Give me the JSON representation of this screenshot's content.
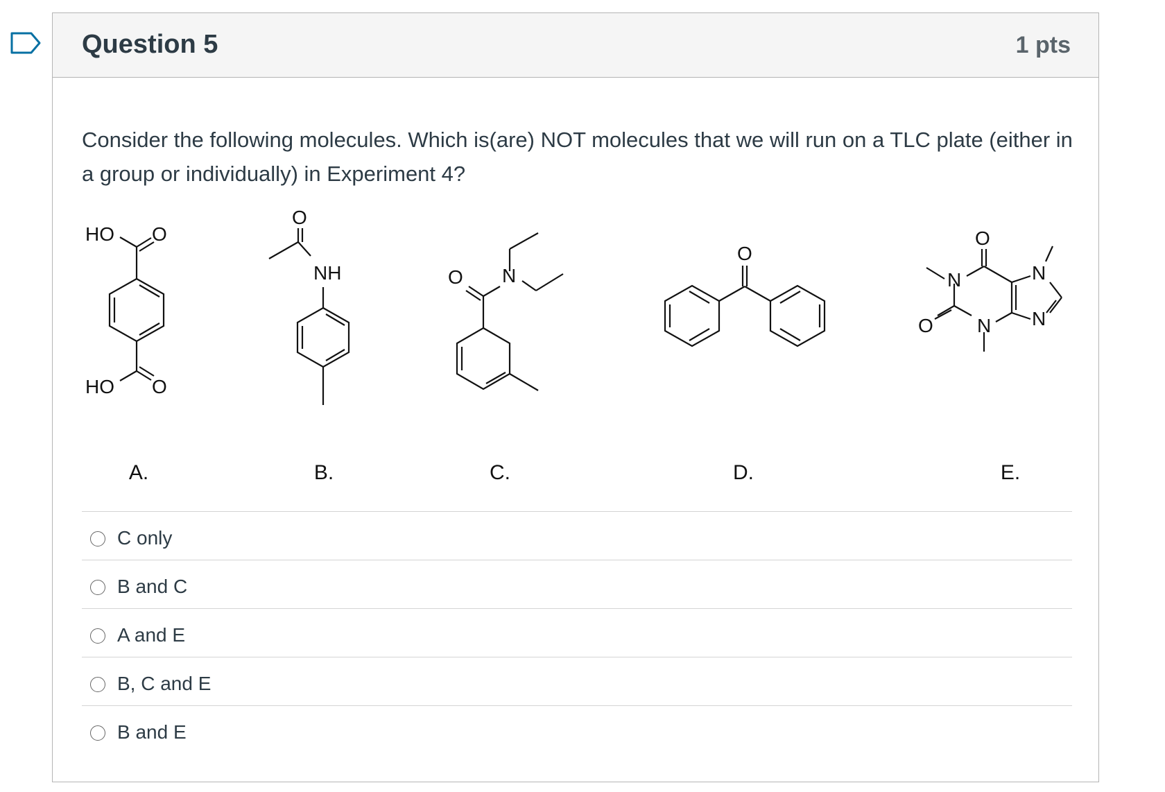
{
  "question": {
    "title": "Question 5",
    "points": "1 pts",
    "text": "Consider the following molecules. Which is(are) NOT molecules that we will run on a TLC plate (either in a group or individually) in Experiment 4?"
  },
  "molecules": {
    "labels": [
      "A.",
      "B.",
      "C.",
      "D.",
      "E."
    ],
    "atom_text": {
      "a_ho_top": "HO",
      "a_o_top": "O",
      "a_ho_bottom": "HO",
      "a_o_bottom": "O",
      "b_o": "O",
      "b_nh": "NH",
      "c_o": "O",
      "c_n": "N",
      "d_o": "O",
      "e_o_top": "O",
      "e_n1": "N",
      "e_n7": "N",
      "e_o_left": "O",
      "e_n3": "N",
      "e_n9": "N"
    }
  },
  "answers": [
    {
      "label": "C only"
    },
    {
      "label": "B and C"
    },
    {
      "label": "A and E"
    },
    {
      "label": "B, C and E"
    },
    {
      "label": "B and E"
    }
  ]
}
